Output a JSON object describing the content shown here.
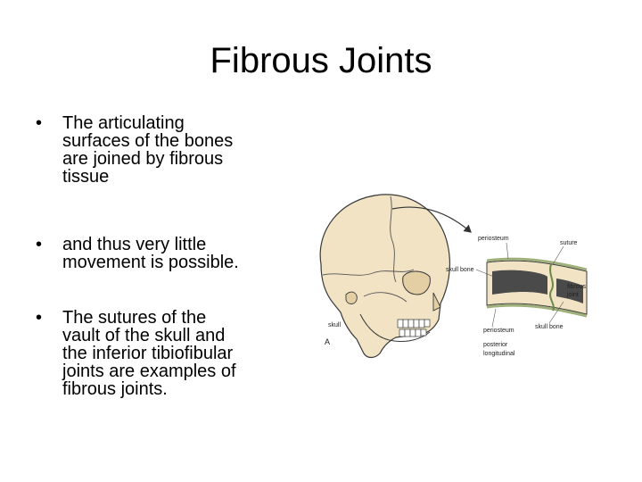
{
  "slide": {
    "title": "Fibrous Joints",
    "bullet_marker": "•",
    "bullets": [
      {
        "lines": [
          "The articulating",
          "surfaces of the bones",
          "are joined by fibrous",
          "tissue"
        ]
      },
      {
        "lines": [
          "and thus very little",
          "movement is possible."
        ]
      },
      {
        "lines": [
          "The sutures of the",
          "vault of the skull and",
          "the inferior tibiofibular",
          "joints are examples of",
          "fibrous joints."
        ]
      }
    ]
  },
  "figure": {
    "labels": {
      "periosteum_top": "periosteum",
      "suture": "suture",
      "skull_bone_left": "skull bone",
      "fibrous": "fibrous",
      "joint": "joint",
      "skull": "skull",
      "periosteum_bottom": "periosteum",
      "skull_bone_right": "skull bone",
      "posterior": "posterior",
      "longitudinal": "longitudinal",
      "panel": "A"
    },
    "colors": {
      "bone": "#f1e3c4",
      "bone_shade": "#e3cfa3",
      "outline": "#3a3a3a",
      "cancellous": "#4a4a4a",
      "periosteum": "#c9d6a3"
    }
  }
}
